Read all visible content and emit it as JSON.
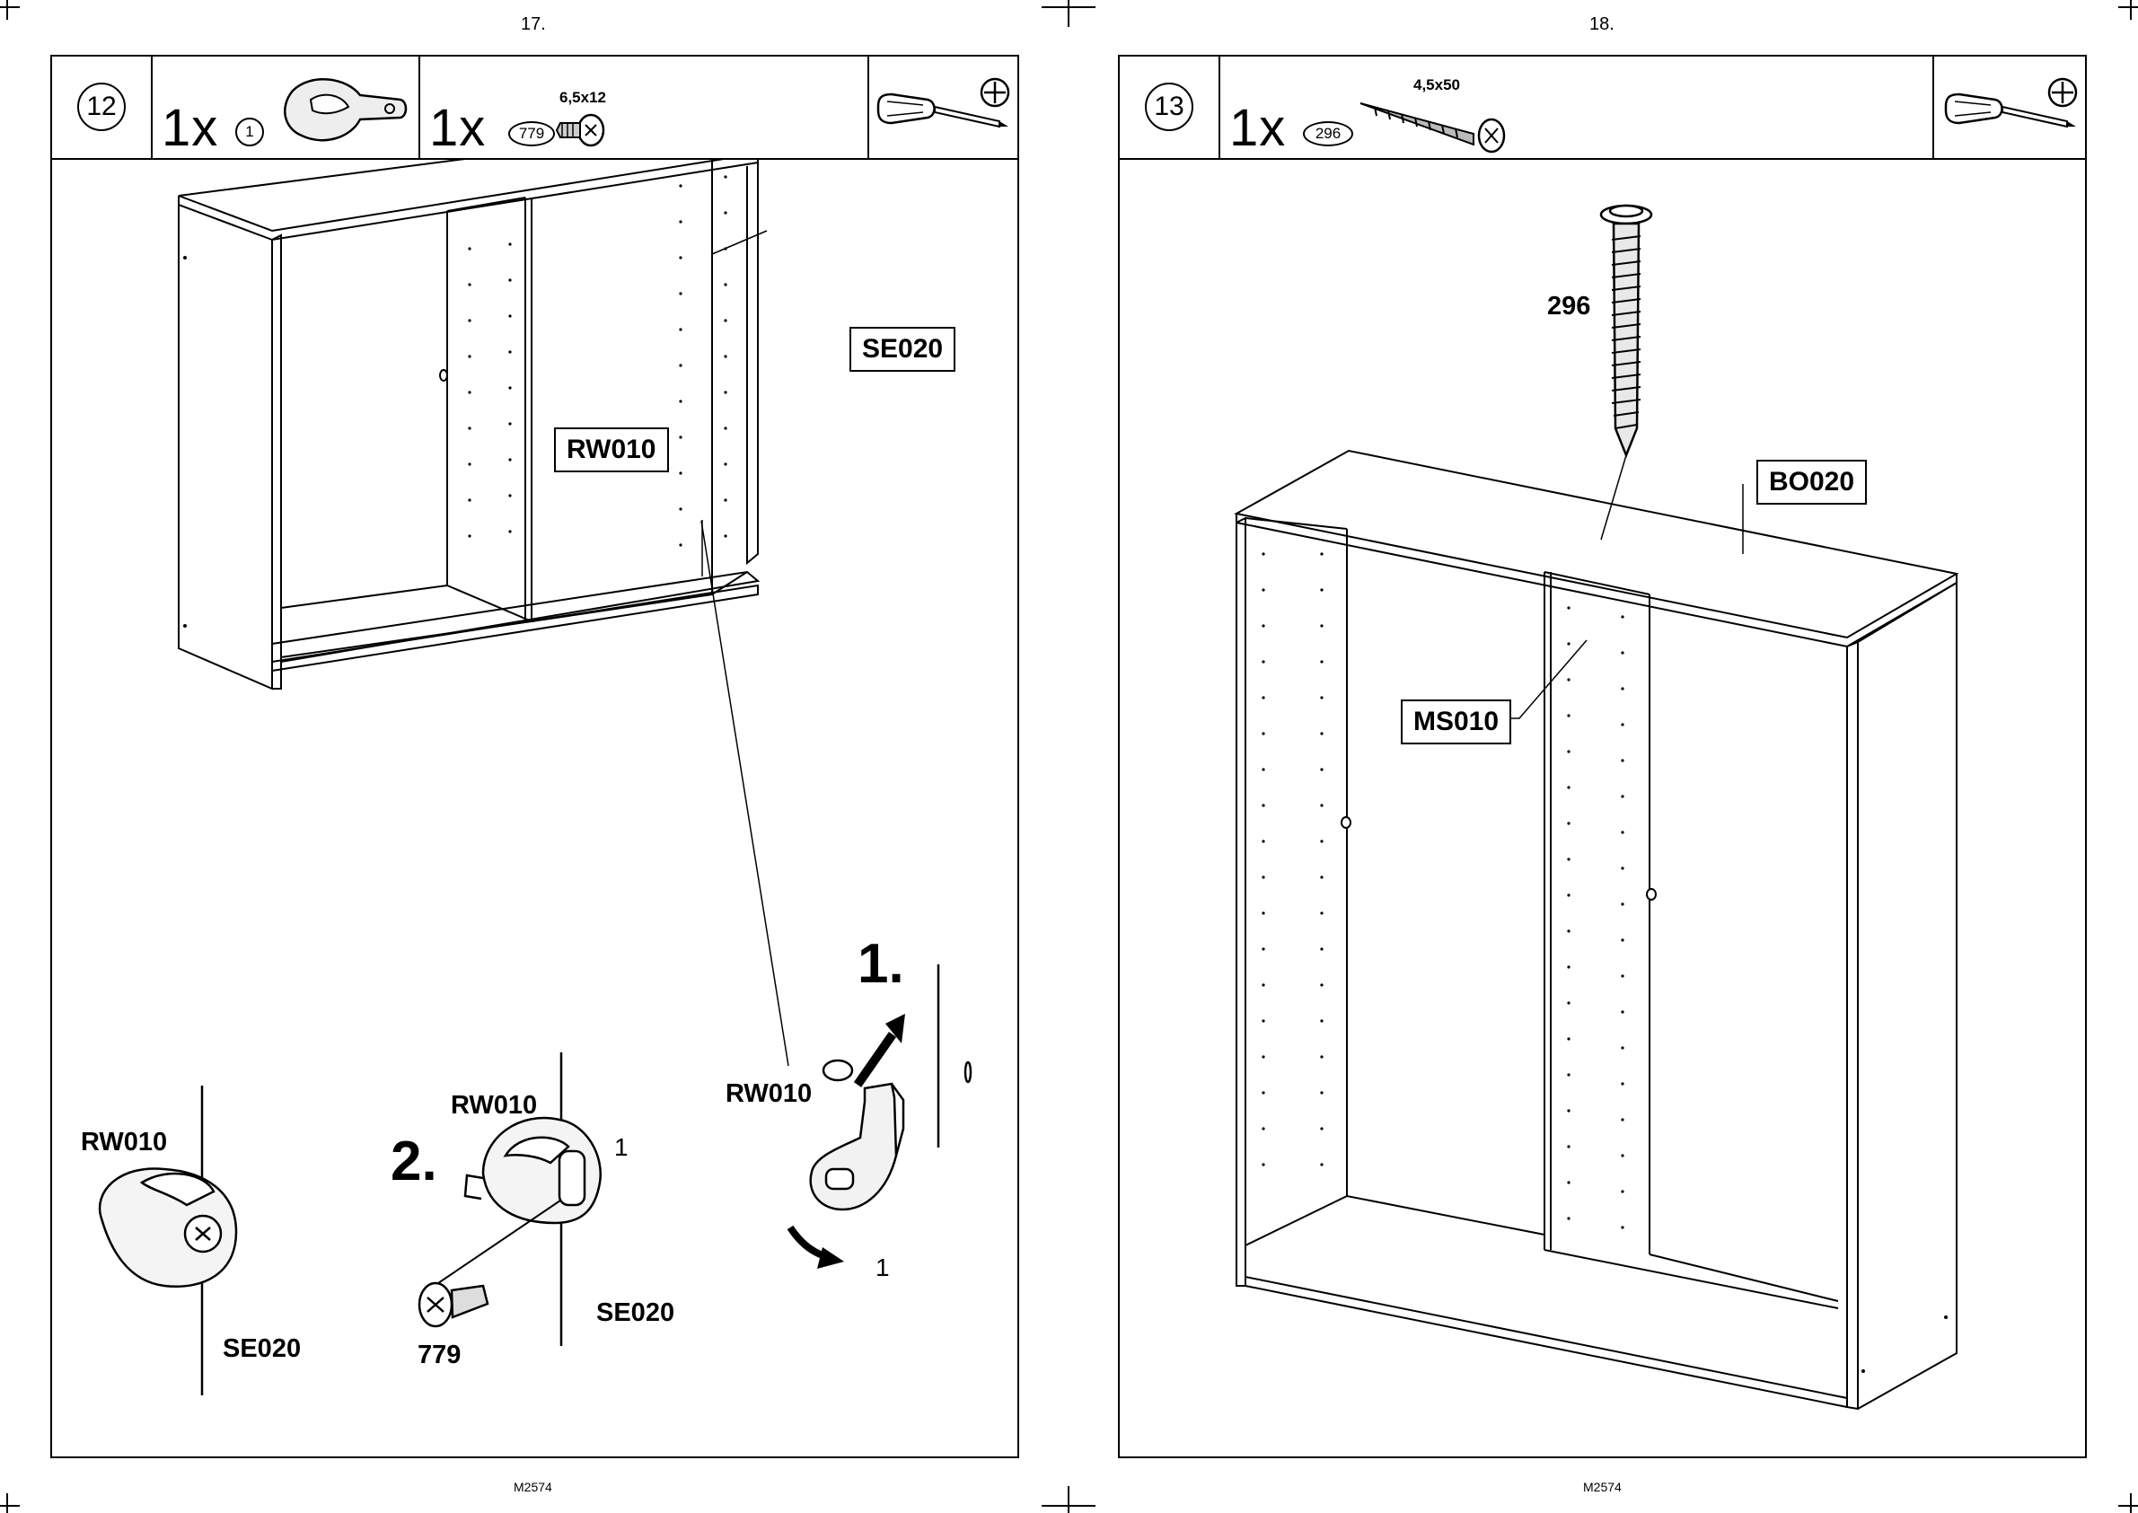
{
  "pages": [
    {
      "page_number": "17.",
      "footer": "M2574",
      "step": "12",
      "parts": [
        {
          "qty": "1x",
          "id": "1"
        },
        {
          "qty": "1x",
          "id": "779",
          "size": "6,5x12"
        }
      ],
      "tool": "screwdriver-icon",
      "labels": {
        "se020_main": "SE020",
        "rw010_main": "RW010",
        "rw010_detail_left": "RW010",
        "se020_detail_left": "SE020",
        "rw010_detail_mid": "RW010",
        "se020_detail_mid": "SE020",
        "screw_779": "779",
        "rw010_detail_right": "RW010",
        "step_one": "1.",
        "step_two": "2.",
        "marker_one_mid": "1",
        "marker_one_right": "1"
      }
    },
    {
      "page_number": "18.",
      "footer": "M2574",
      "step": "13",
      "parts": [
        {
          "qty": "1x",
          "id": "296",
          "size": "4,5x50"
        }
      ],
      "tool": "screwdriver-icon",
      "labels": {
        "screw_296": "296",
        "bo020": "BO020",
        "ms010": "MS010"
      }
    }
  ]
}
